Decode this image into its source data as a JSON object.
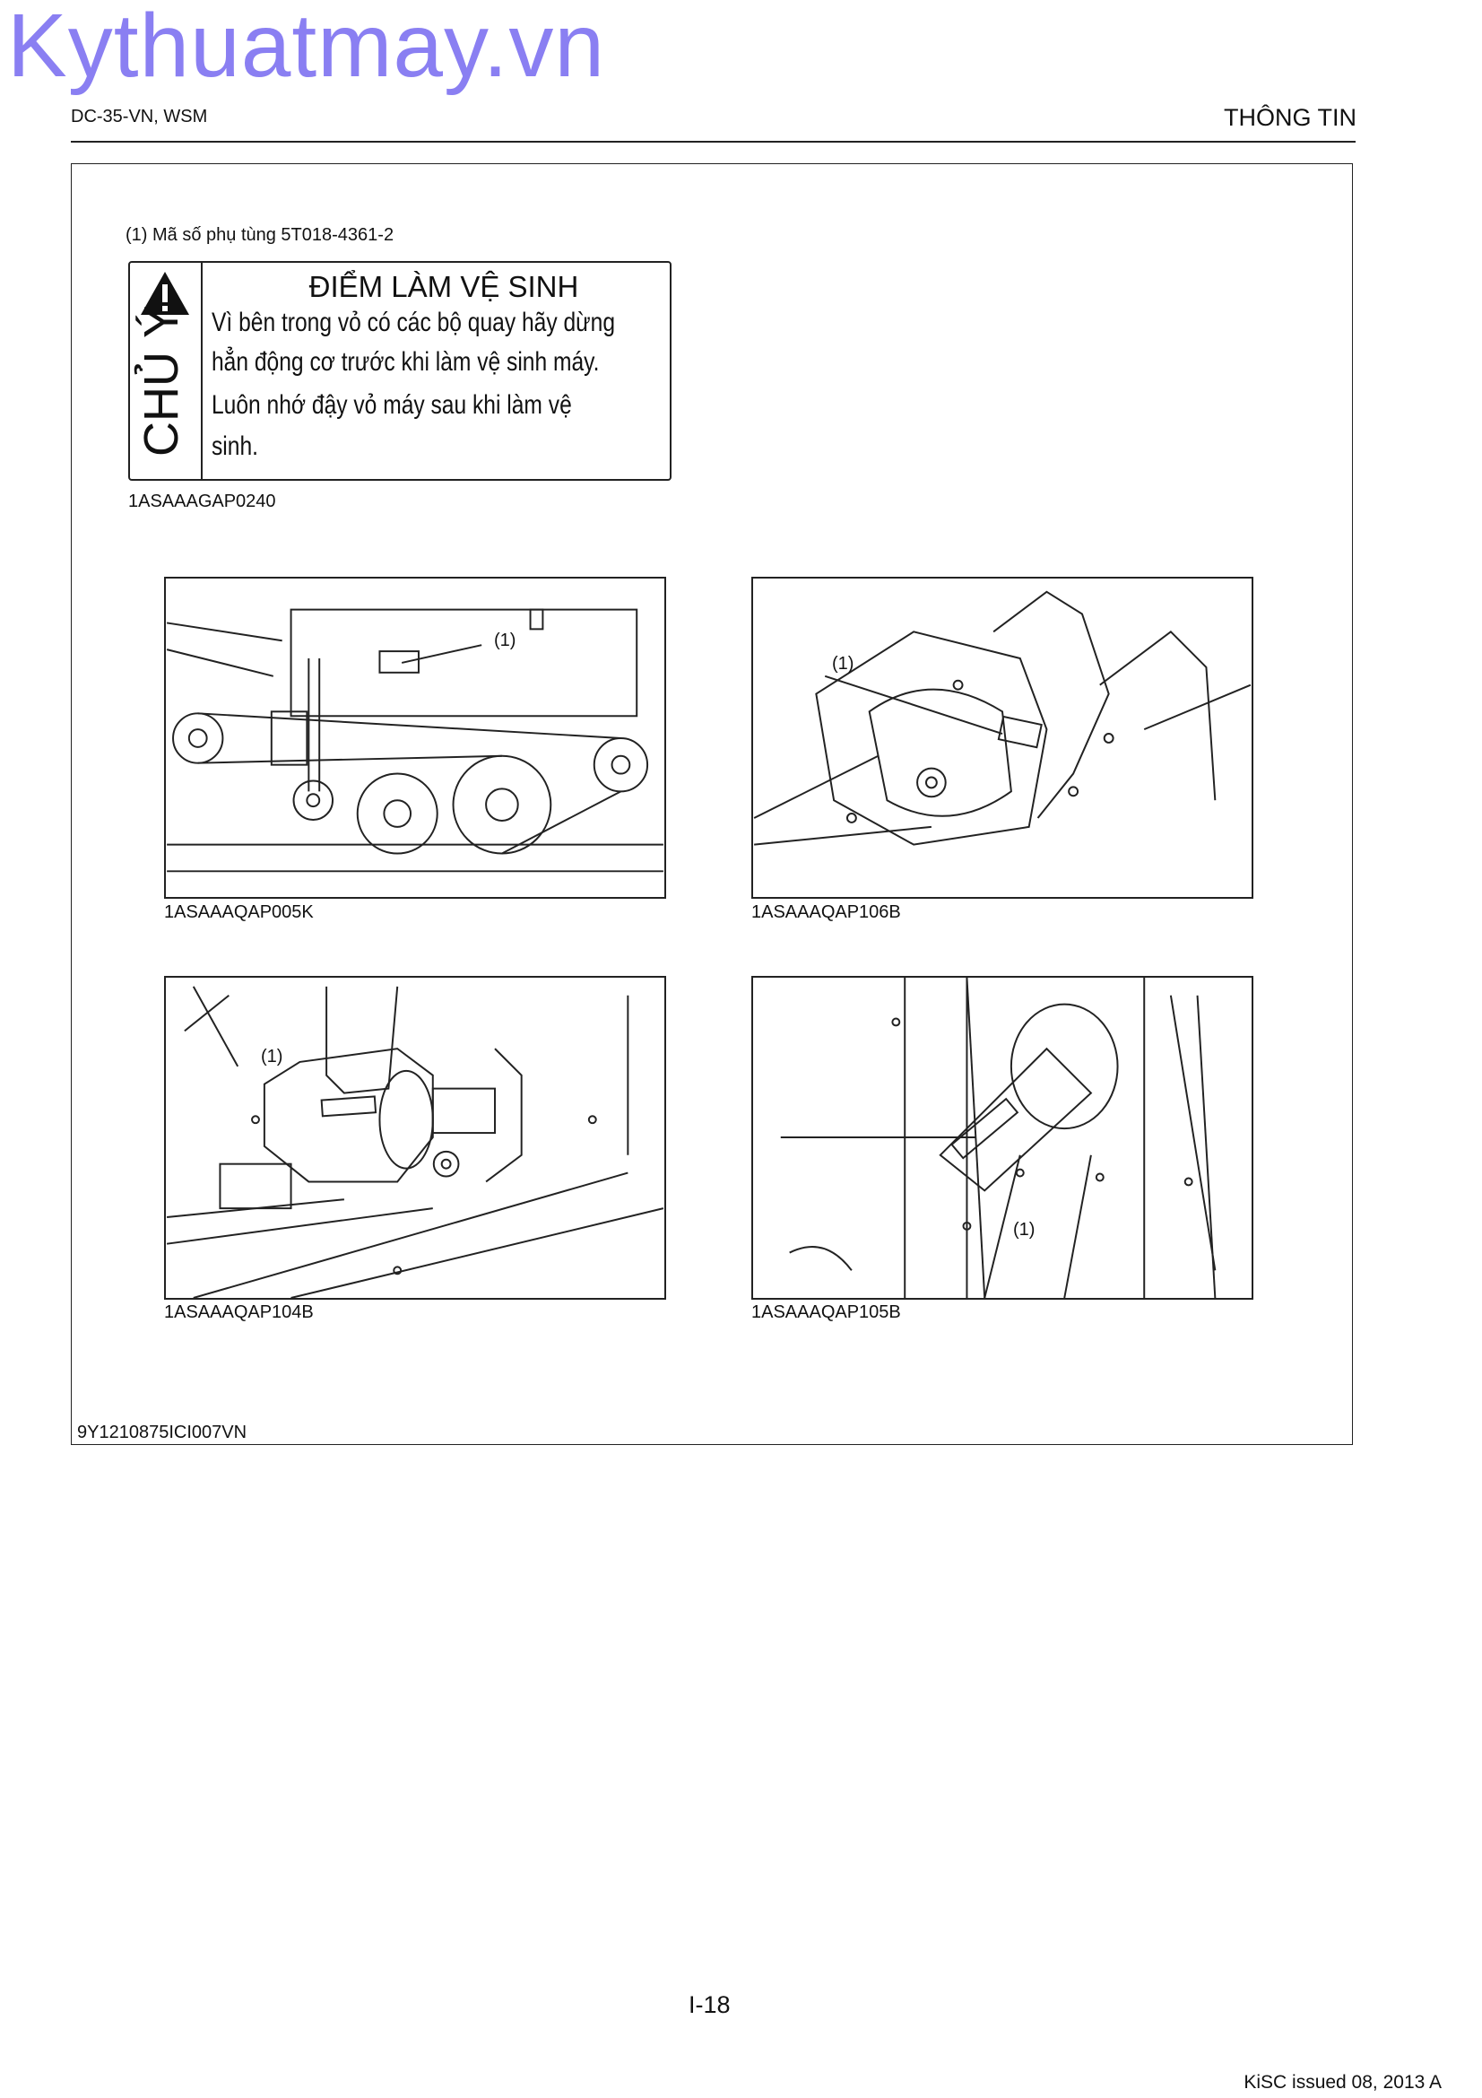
{
  "watermark": "Kythuatmay.vn",
  "header": {
    "doc_code": "DC-35-VN, WSM",
    "section": "THÔNG TIN"
  },
  "part_number_line": "(1) Mã số phụ tùng 5T018-4361-2",
  "label": {
    "side_text": "CHỦ Ý",
    "title": "ĐIỂM LÀM VỆ SINH",
    "lines": [
      "Vì bên trong vỏ có các bộ quay hãy dừng",
      "hẳn động cơ trước khi làm vệ sinh máy.",
      "Luôn nhớ đậy vỏ máy sau khi làm vệ",
      "sinh."
    ],
    "code": "1ASAAAGAP0240"
  },
  "figures": [
    {
      "callout": "(1)",
      "code": "1ASAAAQAP005K"
    },
    {
      "callout": "(1)",
      "code": "1ASAAAQAP106B"
    },
    {
      "callout": "(1)",
      "code": "1ASAAAQAP104B"
    },
    {
      "callout": "(1)",
      "code": "1ASAAAQAP105B"
    }
  ],
  "section_code": "9Y1210875ICI007VN",
  "page_number": "I-18",
  "issued": "KiSC issued 08, 2013 A",
  "icons": [
    "warning-triangle-icon"
  ]
}
